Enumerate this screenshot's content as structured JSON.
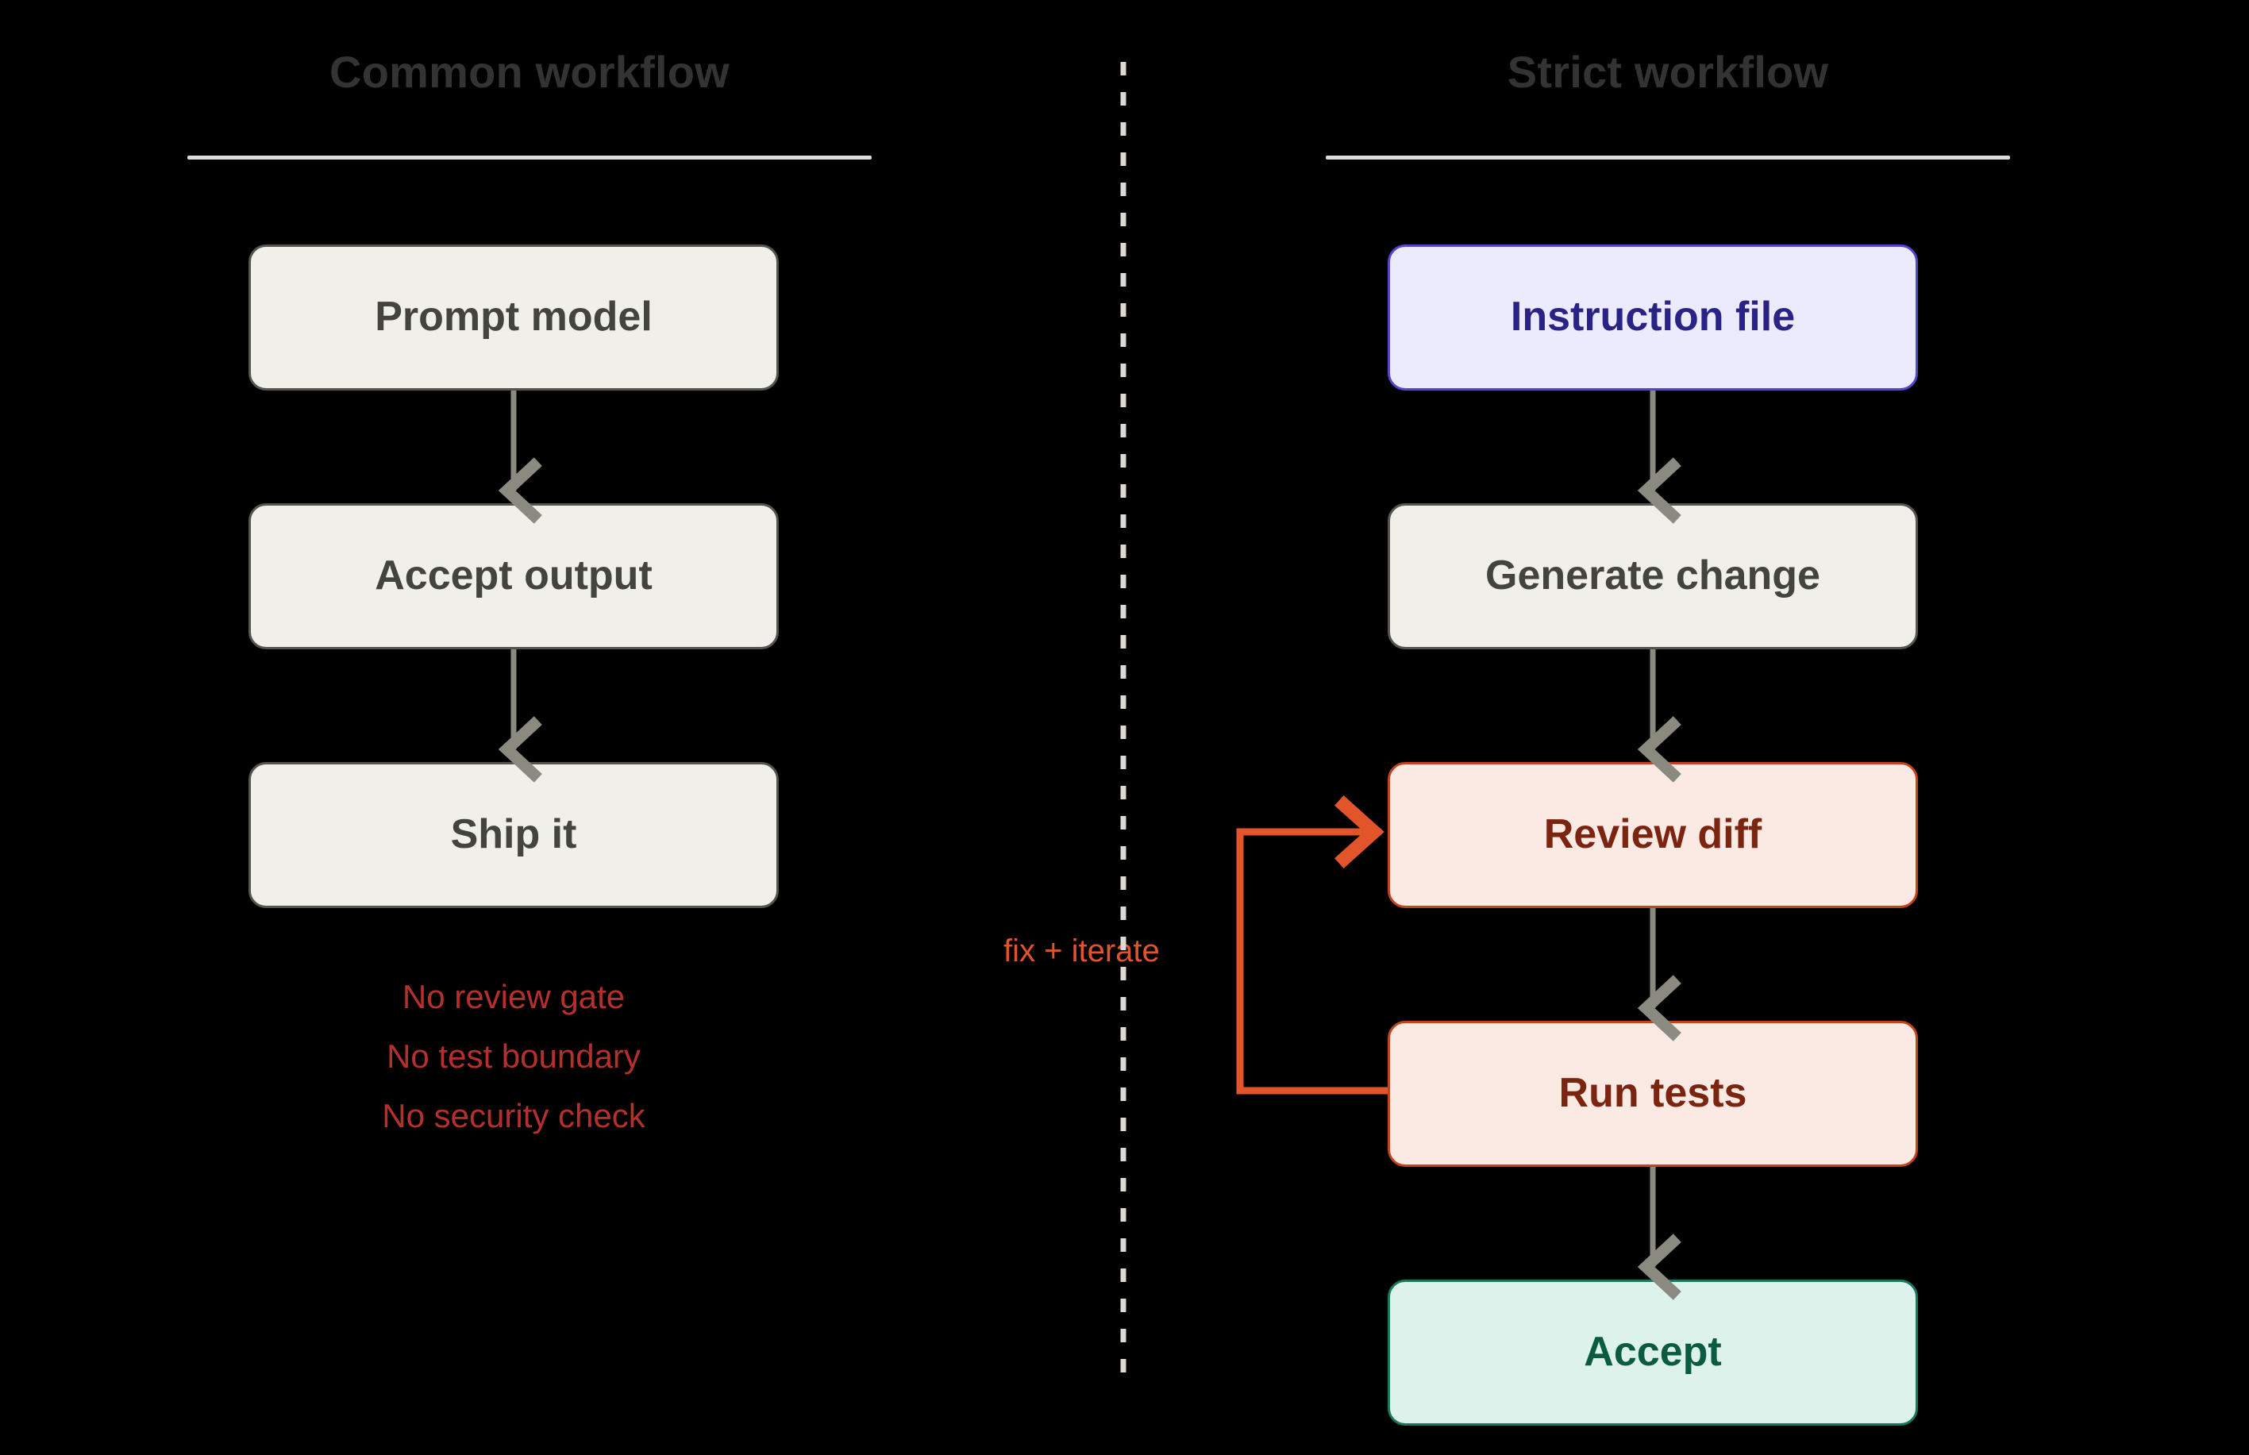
{
  "diagram": {
    "background": "#000000",
    "columns": [
      {
        "id": "common",
        "title": "Common workflow",
        "title_color": "#333333",
        "nodes": [
          {
            "label": "Prompt model",
            "style": "neutral"
          },
          {
            "label": "Accept output",
            "style": "neutral"
          },
          {
            "label": "Ship it",
            "style": "neutral"
          }
        ],
        "warnings": [
          "No review gate",
          "No test boundary",
          "No security check"
        ],
        "warning_color": "#b5302c"
      },
      {
        "id": "strict",
        "title": "Strict workflow",
        "title_color": "#333333",
        "nodes": [
          {
            "label": "Instruction file",
            "style": "indigo"
          },
          {
            "label": "Generate change",
            "style": "neutral"
          },
          {
            "label": "Review diff",
            "style": "orange"
          },
          {
            "label": "Run tests",
            "style": "orange"
          },
          {
            "label": "Accept",
            "style": "green"
          }
        ],
        "feedback_loop": {
          "label": "fix + iterate",
          "color": "#e2552b",
          "from": "Run tests",
          "to": "Review diff"
        }
      }
    ],
    "divider": {
      "type": "dashed-vertical",
      "color": "#ddd9d4"
    },
    "arrow_color": "#8a8a80",
    "palette": {
      "neutral_fill": "#f1efe9",
      "neutral_border": "#55554e",
      "neutral_text": "#44443e",
      "indigo_fill": "#ecebfd",
      "indigo_border": "#5246cf",
      "indigo_text": "#2a2386",
      "orange_fill": "#fbeae4",
      "orange_border": "#c2441d",
      "orange_text": "#7b2410",
      "green_fill": "#ddf2ea",
      "green_border": "#18785d",
      "green_text": "#0b5b42"
    }
  }
}
